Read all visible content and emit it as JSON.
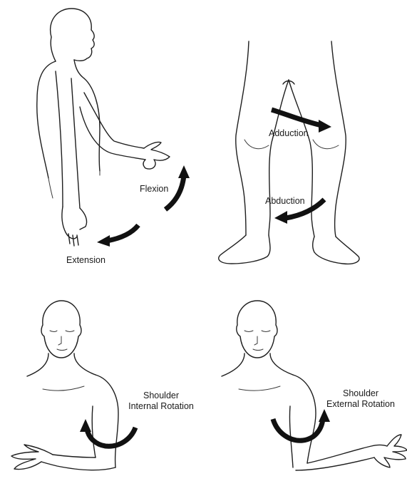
{
  "panels": [
    {
      "id": "shoulder-flex-ext",
      "labels": {
        "flexion": "Flexion",
        "extension": "Extension"
      }
    },
    {
      "id": "hip-add-abd",
      "labels": {
        "adduction": "Adduction",
        "abduction": "Abduction"
      }
    },
    {
      "id": "shoulder-internal",
      "labels": {
        "line1": "Shoulder",
        "line2": "Internal Rotation"
      }
    },
    {
      "id": "shoulder-external",
      "labels": {
        "line1": "Shoulder",
        "line2": "External Rotation"
      }
    }
  ],
  "colors": {
    "ink": "#1e1e1e",
    "arrow": "#111111",
    "background": "#ffffff"
  }
}
